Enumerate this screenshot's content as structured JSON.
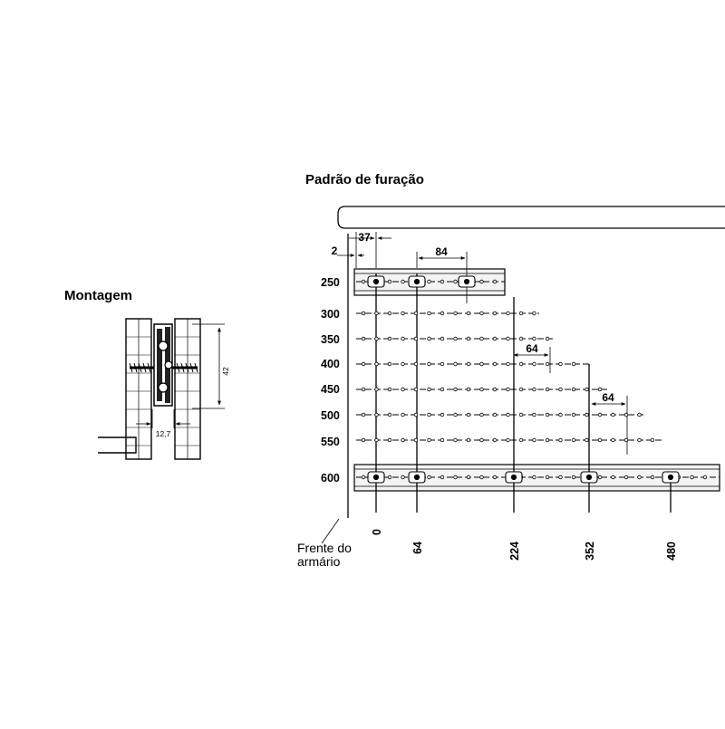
{
  "titles": {
    "drilling": "Padrão de furação",
    "mounting": "Montagem"
  },
  "mounting": {
    "dim_height": "42",
    "dim_width": "12,7"
  },
  "drilling": {
    "dim_edge": "2",
    "dim_setback": "37",
    "dim_pitch_top": "84",
    "dim_pitch_a": "64",
    "dim_pitch_b": "64",
    "rows": [
      "250",
      "300",
      "350",
      "400",
      "450",
      "500",
      "550",
      "600"
    ],
    "positions": [
      "0",
      "64",
      "224",
      "352",
      "480"
    ],
    "front_line1": "Frente do",
    "front_line2": "armário"
  },
  "colors": {
    "ink": "#000000",
    "rail_fill": "#f4f4f4",
    "paper": "#ffffff"
  }
}
